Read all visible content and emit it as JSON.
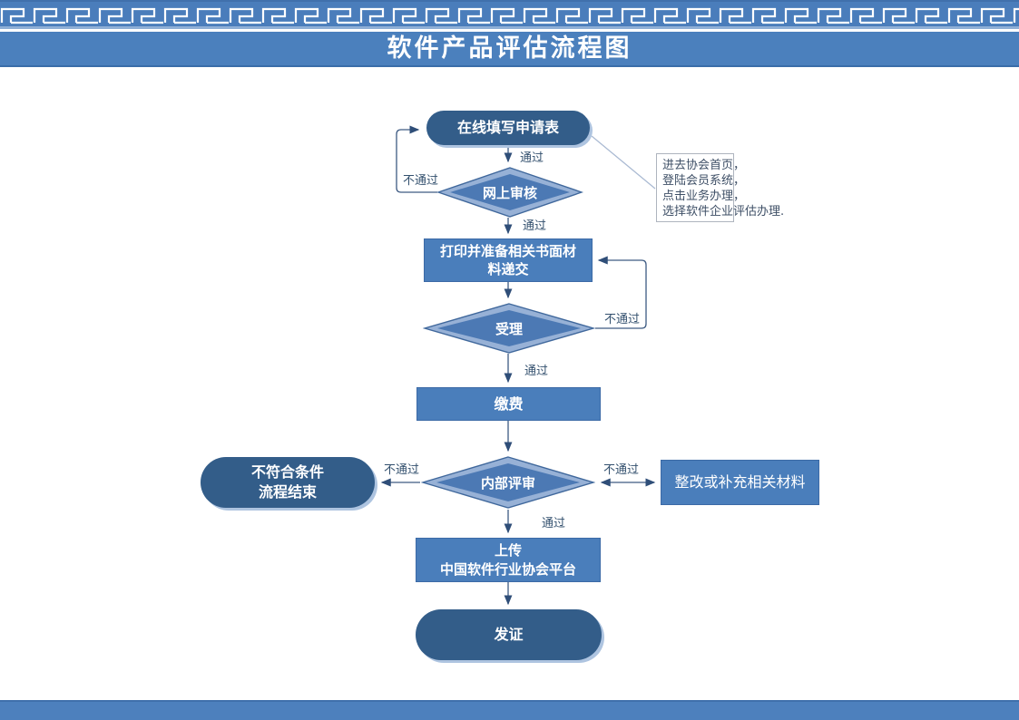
{
  "header": {
    "title": "软件产品评估流程图"
  },
  "nodes": {
    "start": {
      "label": "在线填写申请表"
    },
    "online_review": {
      "label": "网上审核"
    },
    "print_materials": {
      "label": "打印并准备相关书面材料递交"
    },
    "accept": {
      "label": "受理"
    },
    "pay": {
      "label": "缴费"
    },
    "internal_review": {
      "label": "内部评审"
    },
    "not_qualified": {
      "line1": "不符合条件",
      "line2": "流程结束"
    },
    "rectify": {
      "label": "整改或补充相关材料"
    },
    "upload": {
      "line1": "上传",
      "line2": "中国软件行业协会平台"
    },
    "issue_cert": {
      "label": "发证"
    }
  },
  "edges": [
    {
      "from": "start",
      "to": "online_review",
      "label": "通过"
    },
    {
      "from": "online_review",
      "to": "start",
      "label": "不通过"
    },
    {
      "from": "online_review",
      "to": "print_materials",
      "label": "通过"
    },
    {
      "from": "print_materials",
      "to": "accept",
      "label": ""
    },
    {
      "from": "accept",
      "to": "print_materials",
      "label": "不通过"
    },
    {
      "from": "accept",
      "to": "pay",
      "label": "通过"
    },
    {
      "from": "pay",
      "to": "internal_review",
      "label": ""
    },
    {
      "from": "internal_review",
      "to": "not_qualified",
      "label": "不通过"
    },
    {
      "from": "internal_review",
      "to": "rectify",
      "label": "不通过",
      "bidirectional": true
    },
    {
      "from": "internal_review",
      "to": "upload",
      "label": "通过"
    },
    {
      "from": "upload",
      "to": "issue_cert",
      "label": ""
    },
    {
      "from": "start",
      "to": "note",
      "label": ""
    }
  ],
  "note": {
    "line1": "进去协会首页，",
    "line2": "登陆会员系统，",
    "line3": "点击业务办理，",
    "line4": "选择软件企业评估办理."
  },
  "colors": {
    "band_blue": "#4b80bd",
    "pattern_blue": "#4a7dbb",
    "rect_blue": "#4a7ebb",
    "stadium_blue": "#335d89",
    "diamond_fill": "#4c79b4",
    "diamond_light_band": "#97b1d6",
    "diamond_outline": "#40689c",
    "connector": "#3d5a82",
    "label_text": "#33506e",
    "note_text": "#3e4f66"
  }
}
